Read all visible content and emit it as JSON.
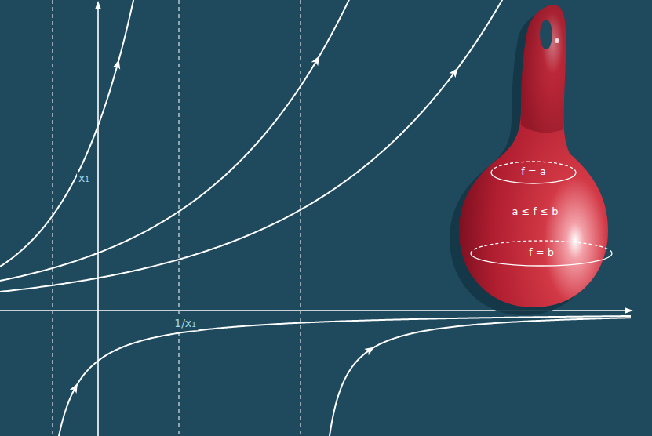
{
  "diagram": {
    "labels": [
      "x₁",
      "1/x₁",
      "f = a",
      "a ≤ f ≤ b",
      "f = b"
    ]
  }
}
